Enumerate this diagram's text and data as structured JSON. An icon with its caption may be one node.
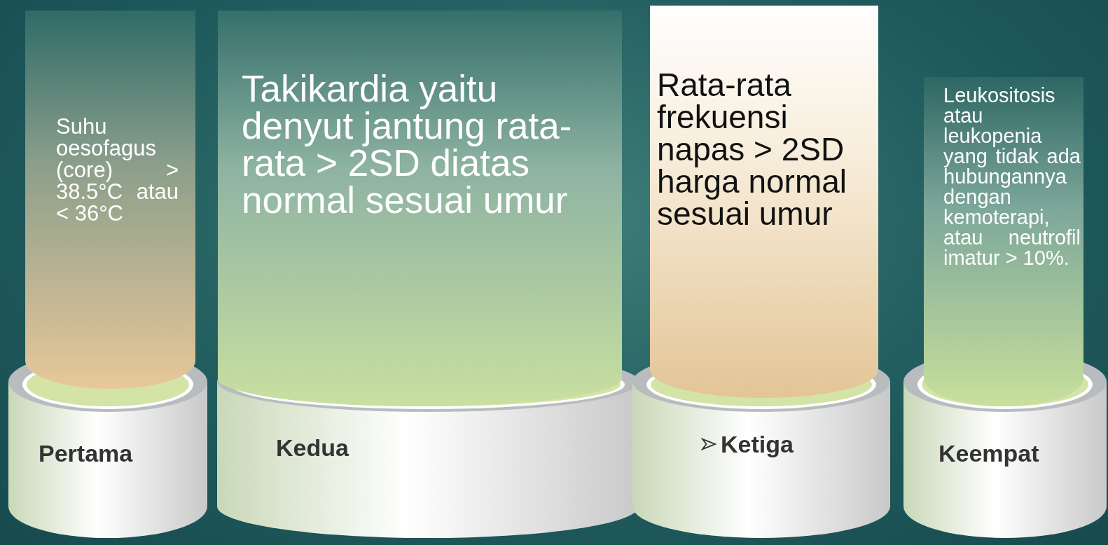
{
  "diagram": {
    "nodes": [
      {
        "text": [
          "Suhu oesofagus (core) > 38.5°C atau < 36°C"
        ]
      },
      {
        "text": [
          "Pertama"
        ]
      },
      {
        "text": [
          "Takikardia yaitu denyut jantung rata-rata > 2SD diatas normal sesuai umur"
        ]
      },
      {
        "text": [
          "Kedua"
        ]
      },
      {
        "text": [
          "Rata-rata frekuensi napas > 2SD harga normal sesuai umur"
        ]
      },
      {
        "text": [
          "Ketiga"
        ]
      },
      {
        "text": [
          "Leukositosis atau leukopenia yang tidak ada hubungannya dengan kemoterapi, atau neutrofil imatur > 10%."
        ]
      },
      {
        "text": [
          "Keempat"
        ]
      }
    ]
  }
}
